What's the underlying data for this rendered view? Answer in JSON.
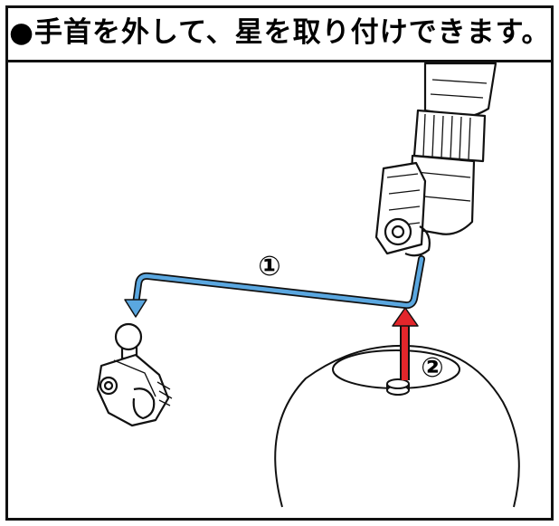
{
  "title": "●手首を外して、星を取り付けできます。",
  "steps": [
    {
      "label": "①",
      "arrow_color": "#5aa7e0"
    },
    {
      "label": "②",
      "arrow_color": "#e3262b"
    }
  ],
  "colors": {
    "line": "#111111",
    "blue_arrow": "#5aa7e0",
    "red_arrow": "#e3262b",
    "background": "#ffffff"
  }
}
